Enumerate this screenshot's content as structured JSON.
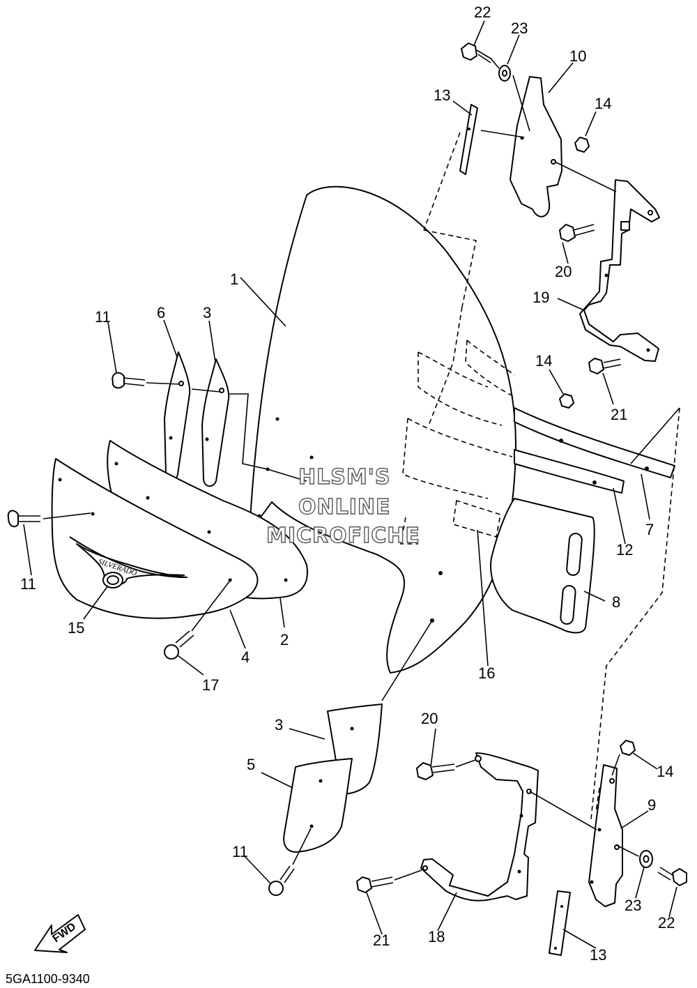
{
  "diagram": {
    "code": "5GA1100-9340",
    "watermark": [
      "HLSM'S",
      "ONLINE",
      "MICROFICHE"
    ],
    "fwd_label": "FWD",
    "logo_text": "SILVERADO",
    "callouts": [
      {
        "id": "c22a",
        "label": "22"
      },
      {
        "id": "c23a",
        "label": "23"
      },
      {
        "id": "c10",
        "label": "10"
      },
      {
        "id": "c13a",
        "label": "13"
      },
      {
        "id": "c14a",
        "label": "14"
      },
      {
        "id": "c20a",
        "label": "20"
      },
      {
        "id": "c1",
        "label": "1"
      },
      {
        "id": "c19",
        "label": "19"
      },
      {
        "id": "c11a",
        "label": "11"
      },
      {
        "id": "c6",
        "label": "6"
      },
      {
        "id": "c3a",
        "label": "3"
      },
      {
        "id": "c14b",
        "label": "14"
      },
      {
        "id": "c21a",
        "label": "21"
      },
      {
        "id": "c7",
        "label": "7"
      },
      {
        "id": "c12",
        "label": "12"
      },
      {
        "id": "c11b",
        "label": "11"
      },
      {
        "id": "c8",
        "label": "8"
      },
      {
        "id": "c15",
        "label": "15"
      },
      {
        "id": "c2",
        "label": "2"
      },
      {
        "id": "c4",
        "label": "4"
      },
      {
        "id": "c16",
        "label": "16"
      },
      {
        "id": "c17",
        "label": "17"
      },
      {
        "id": "c20b",
        "label": "20"
      },
      {
        "id": "c3b",
        "label": "3"
      },
      {
        "id": "c5",
        "label": "5"
      },
      {
        "id": "c14c",
        "label": "14"
      },
      {
        "id": "c9",
        "label": "9"
      },
      {
        "id": "c11c",
        "label": "11"
      },
      {
        "id": "c23b",
        "label": "23"
      },
      {
        "id": "c22b",
        "label": "22"
      },
      {
        "id": "c21b",
        "label": "21"
      },
      {
        "id": "c18",
        "label": "18"
      },
      {
        "id": "c13b",
        "label": "13"
      }
    ]
  }
}
